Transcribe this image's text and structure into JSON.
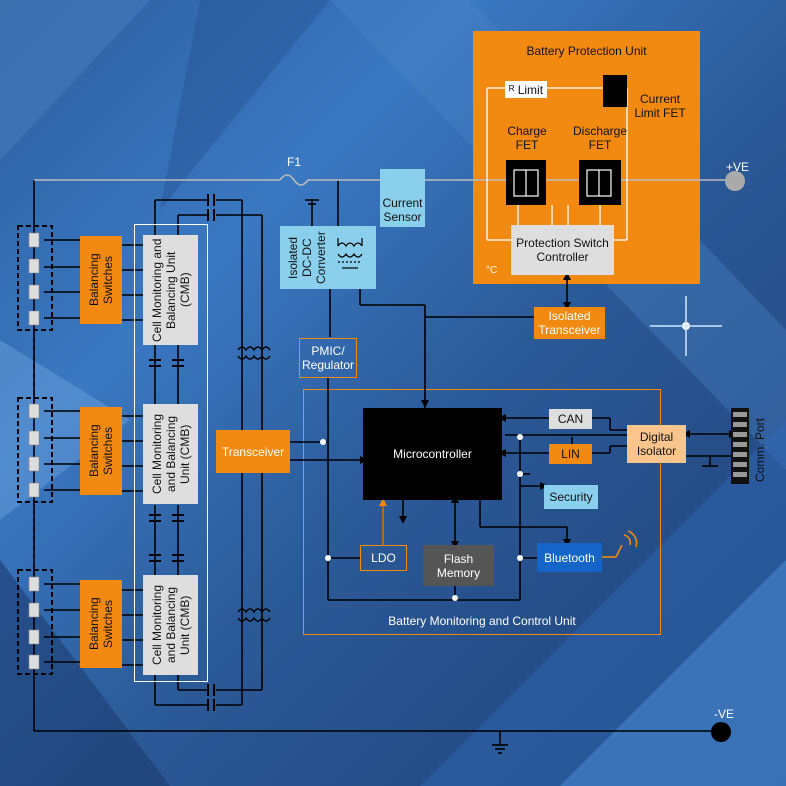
{
  "bpu": {
    "title": "Battery Protection Unit",
    "r_limit": "ᴿ Limit",
    "current_limit_fet": "Current Limit FET",
    "charge_fet": "Charge FET",
    "discharge_fet": "Discharge FET",
    "controller": "Protection Switch Controller",
    "temp_symbol": "°C"
  },
  "fuse": "F1",
  "pos_terminal": "+VE",
  "neg_terminal": "-VE",
  "current_sensor": "Current Sensor",
  "dcdc": "Isolated DC-DC Converter",
  "isolated_transceiver": "Isolated Transceiver",
  "pmic": "PMIC/ Regulator",
  "transceiver": "Transceiver",
  "balancing_switches": "Balancing Switches",
  "cmb": "Cell Monitoring and Balancing Unit (CMB)",
  "bmcu": {
    "title": "Battery Monitoring and Control Unit",
    "microcontroller": "Microcontroller",
    "can": "CAN",
    "lin": "LIN",
    "security": "Security",
    "ldo": "LDO",
    "flash": "Flash Memory",
    "bluetooth": "Bluetooth"
  },
  "digital_isolator": "Digital Isolator",
  "comm_port": "Comm. Port",
  "colors": {
    "orange": "#f28a12",
    "light_blue": "#8ad0ec",
    "gray": "#dedede",
    "bluetooth_blue": "#1565c8",
    "wire": "#000000"
  }
}
